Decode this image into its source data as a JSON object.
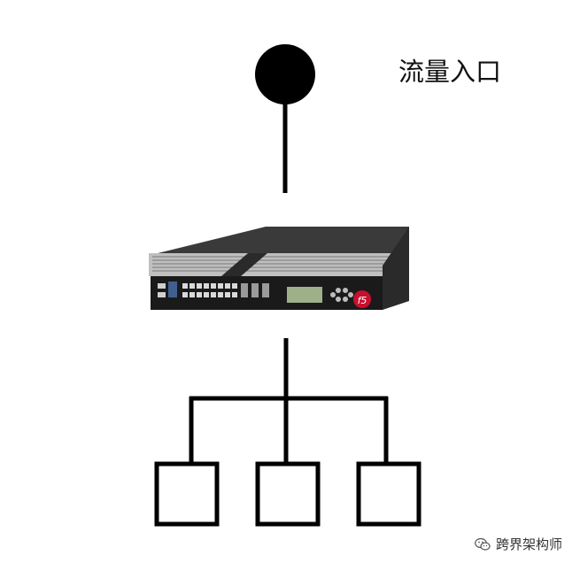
{
  "entry": {
    "label": "流量入口"
  },
  "device": {
    "brand_mark": "f5",
    "icon": "load-balancer-appliance-icon"
  },
  "watermark": {
    "text": "跨界架构师",
    "icon": "wechat-icon"
  },
  "colors": {
    "line": "#000000",
    "node": "#000000",
    "device_body": "#2b2b2b",
    "device_front": "#1a1a1a",
    "brand": "#c8102e"
  }
}
